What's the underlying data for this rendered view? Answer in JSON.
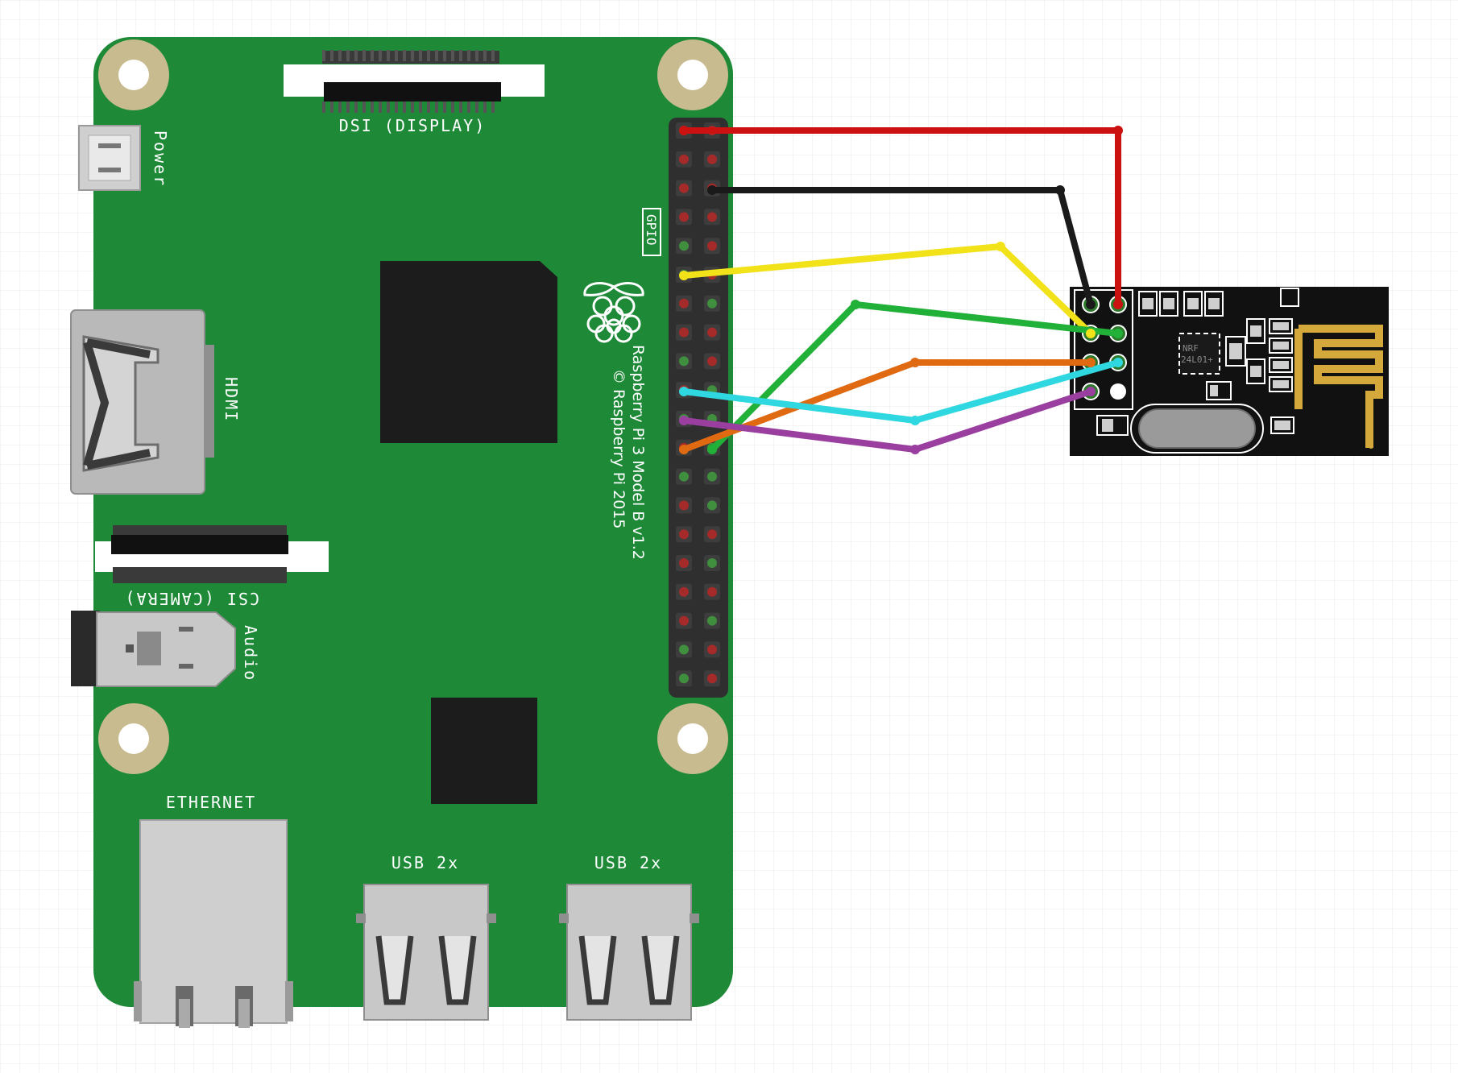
{
  "board": {
    "model_text": "Raspberry Pi 3 Model B v1.2",
    "copyright_text": "© Raspberry Pi 2015",
    "gpio_label": "GPIO",
    "color": "#1e8a38",
    "labels": {
      "dsi": "DSI (DISPLAY)",
      "power": "Power",
      "hdmi": "HDMI",
      "csi": "CSI (CAMERA)",
      "audio": "Audio",
      "ethernet": "ETHERNET",
      "usb1": "USB 2x",
      "usb2": "USB 2x"
    }
  },
  "module": {
    "chip_line1": "NRF",
    "chip_line2": "24L01+",
    "color": "#111111",
    "antenna_color": "#d4a83a"
  },
  "wires": [
    {
      "name": "wire-red",
      "color": "#cc1111"
    },
    {
      "name": "wire-black",
      "color": "#1a1a1a"
    },
    {
      "name": "wire-yellow",
      "color": "#f2e21a"
    },
    {
      "name": "wire-green",
      "color": "#21b038"
    },
    {
      "name": "wire-orange",
      "color": "#e06a12"
    },
    {
      "name": "wire-cyan",
      "color": "#2fd8e0"
    },
    {
      "name": "wire-purple",
      "color": "#9a3fa0"
    }
  ]
}
